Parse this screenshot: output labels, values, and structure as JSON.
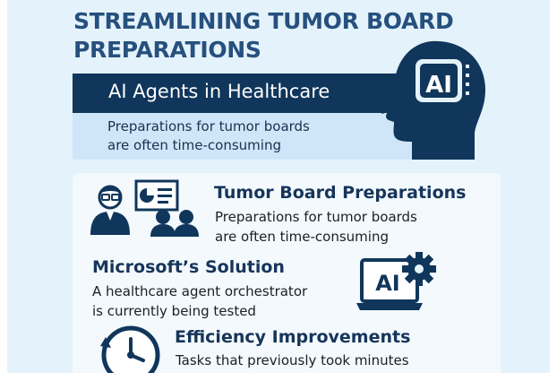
{
  "header": {
    "title_line1": "STREAMLINING TUMOR BOARD",
    "title_line2": "PREPARATIONS",
    "banner_title": "AI Agents in Healthcare",
    "banner_line1": "Preparations for tumor boards",
    "banner_line2": "are often time-consuming",
    "head_badge": "AI"
  },
  "sections": {
    "prep": {
      "title": "Tumor Board Preparations",
      "line1": "Preparations for tumor boards",
      "line2": "are often time-consuming"
    },
    "solution": {
      "title": "Microsoft’s Solution",
      "line1": "A healthcare agent orchestrator",
      "line2": "is currently being tested",
      "laptop_badge": "AI"
    },
    "efficiency": {
      "title": "Efficiency Improvements",
      "line1": "Tasks that previously took minutes"
    }
  },
  "colors": {
    "background": "#e4f2fb",
    "title": "#26507e",
    "navy": "#10365b",
    "banner_sub": "#cfe6f8"
  }
}
